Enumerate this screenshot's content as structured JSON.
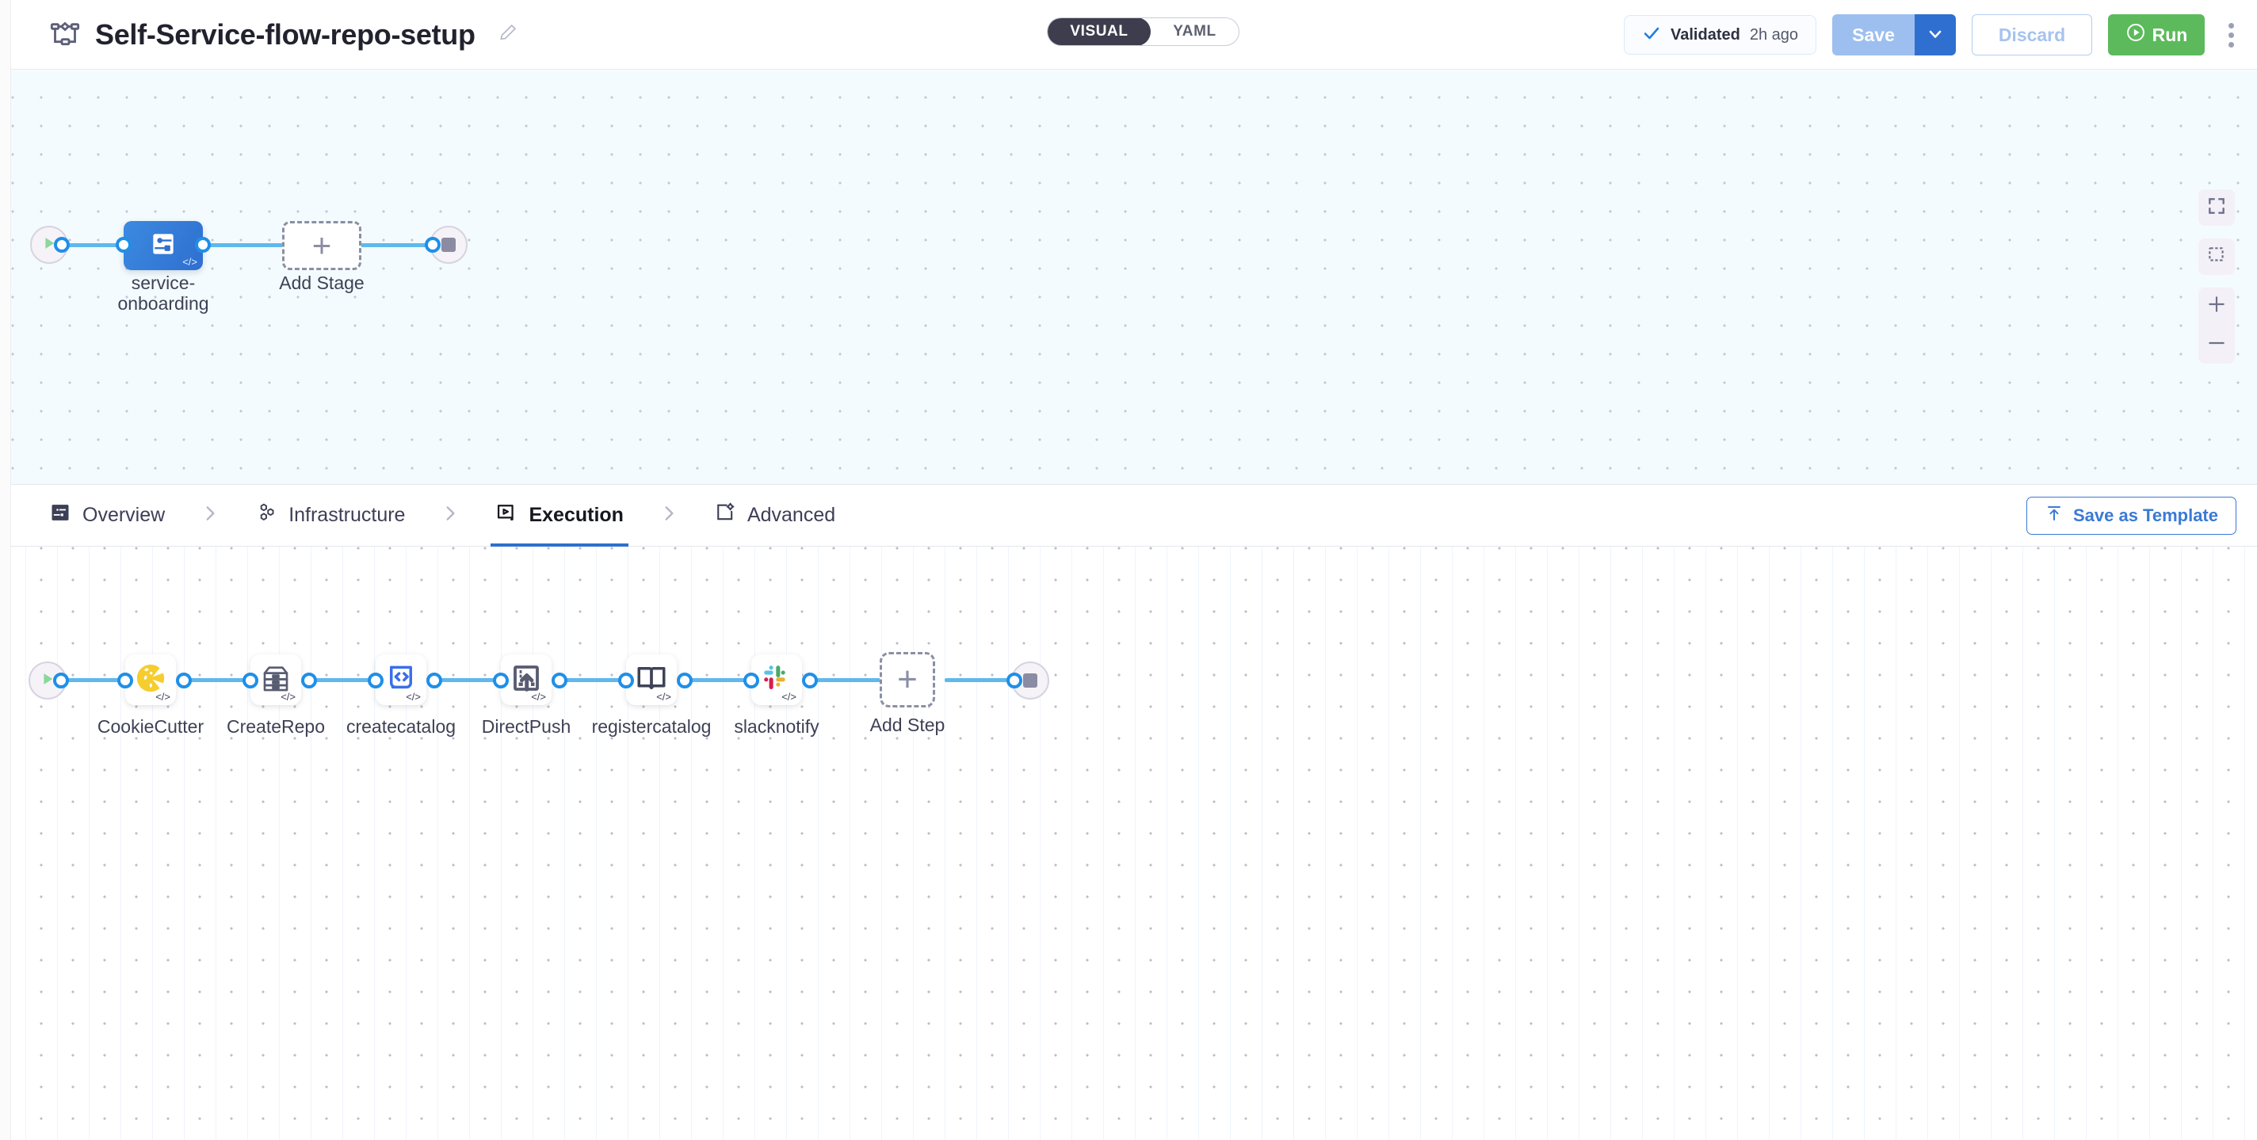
{
  "header": {
    "pipeline_icon": "pipeline-nodes-icon",
    "title": "Self-Service-flow-repo-setup",
    "edit_icon": "pencil-icon",
    "view_toggle": {
      "options": [
        "VISUAL",
        "YAML"
      ],
      "selected": "VISUAL"
    },
    "validation": {
      "icon": "check-icon",
      "label": "Validated",
      "time": "2h ago"
    },
    "save_label": "Save",
    "save_caret_icon": "chevron-down-icon",
    "discard_label": "Discard",
    "run_label": "Run",
    "run_icon": "play-circle-icon",
    "more_icon": "kebab-menu-icon",
    "colors": {
      "save_bg": "#9dbff0",
      "save_caret_bg": "#2f6fd0",
      "run_bg": "#5cba5c",
      "accent_blue": "#2f6fd0",
      "toggle_active_bg": "#3d3d4e"
    }
  },
  "stage_graph": {
    "start_icon": "play-icon",
    "end_icon": "stop-square-icon",
    "stage": {
      "name": "service-\nonboarding",
      "icon": "service-node-icon",
      "code_badge": "</>",
      "selected": true
    },
    "add_stage": {
      "label": "Add Stage",
      "icon": "plus-icon"
    }
  },
  "tabs": {
    "items": [
      {
        "label": "Overview",
        "icon": "overview-icon",
        "active": false
      },
      {
        "label": "Infrastructure",
        "icon": "infrastructure-icon",
        "active": false
      },
      {
        "label": "Execution",
        "icon": "execution-icon",
        "active": true
      },
      {
        "label": "Advanced",
        "icon": "advanced-icon",
        "active": false
      }
    ],
    "separator_icon": "chevron-right-icon",
    "save_as_template": {
      "label": "Save as Template",
      "icon": "upload-arrow-icon"
    }
  },
  "steps_graph": {
    "start_icon": "play-icon",
    "end_icon": "stop-square-icon",
    "code_badge": "</>",
    "steps": [
      {
        "name": "CookieCutter",
        "icon": "cookie-icon"
      },
      {
        "name": "CreateRepo",
        "icon": "drawer-cabinet-icon"
      },
      {
        "name": "createcatalog",
        "icon": "code-document-icon"
      },
      {
        "name": "DirectPush",
        "icon": "push-upload-icon"
      },
      {
        "name": "registercatalog",
        "icon": "open-book-icon"
      },
      {
        "name": "slacknotify",
        "icon": "slack-icon"
      }
    ],
    "add_step": {
      "label": "Add Step",
      "icon": "plus-icon"
    }
  },
  "canvas_controls": {
    "items": [
      {
        "icon": "fit-screen-icon",
        "name": "fit-to-screen"
      },
      {
        "icon": "select-area-icon",
        "name": "select-area"
      },
      {
        "icon": "zoom-in-icon",
        "name": "zoom-in"
      },
      {
        "icon": "zoom-out-icon",
        "name": "zoom-out"
      }
    ]
  }
}
